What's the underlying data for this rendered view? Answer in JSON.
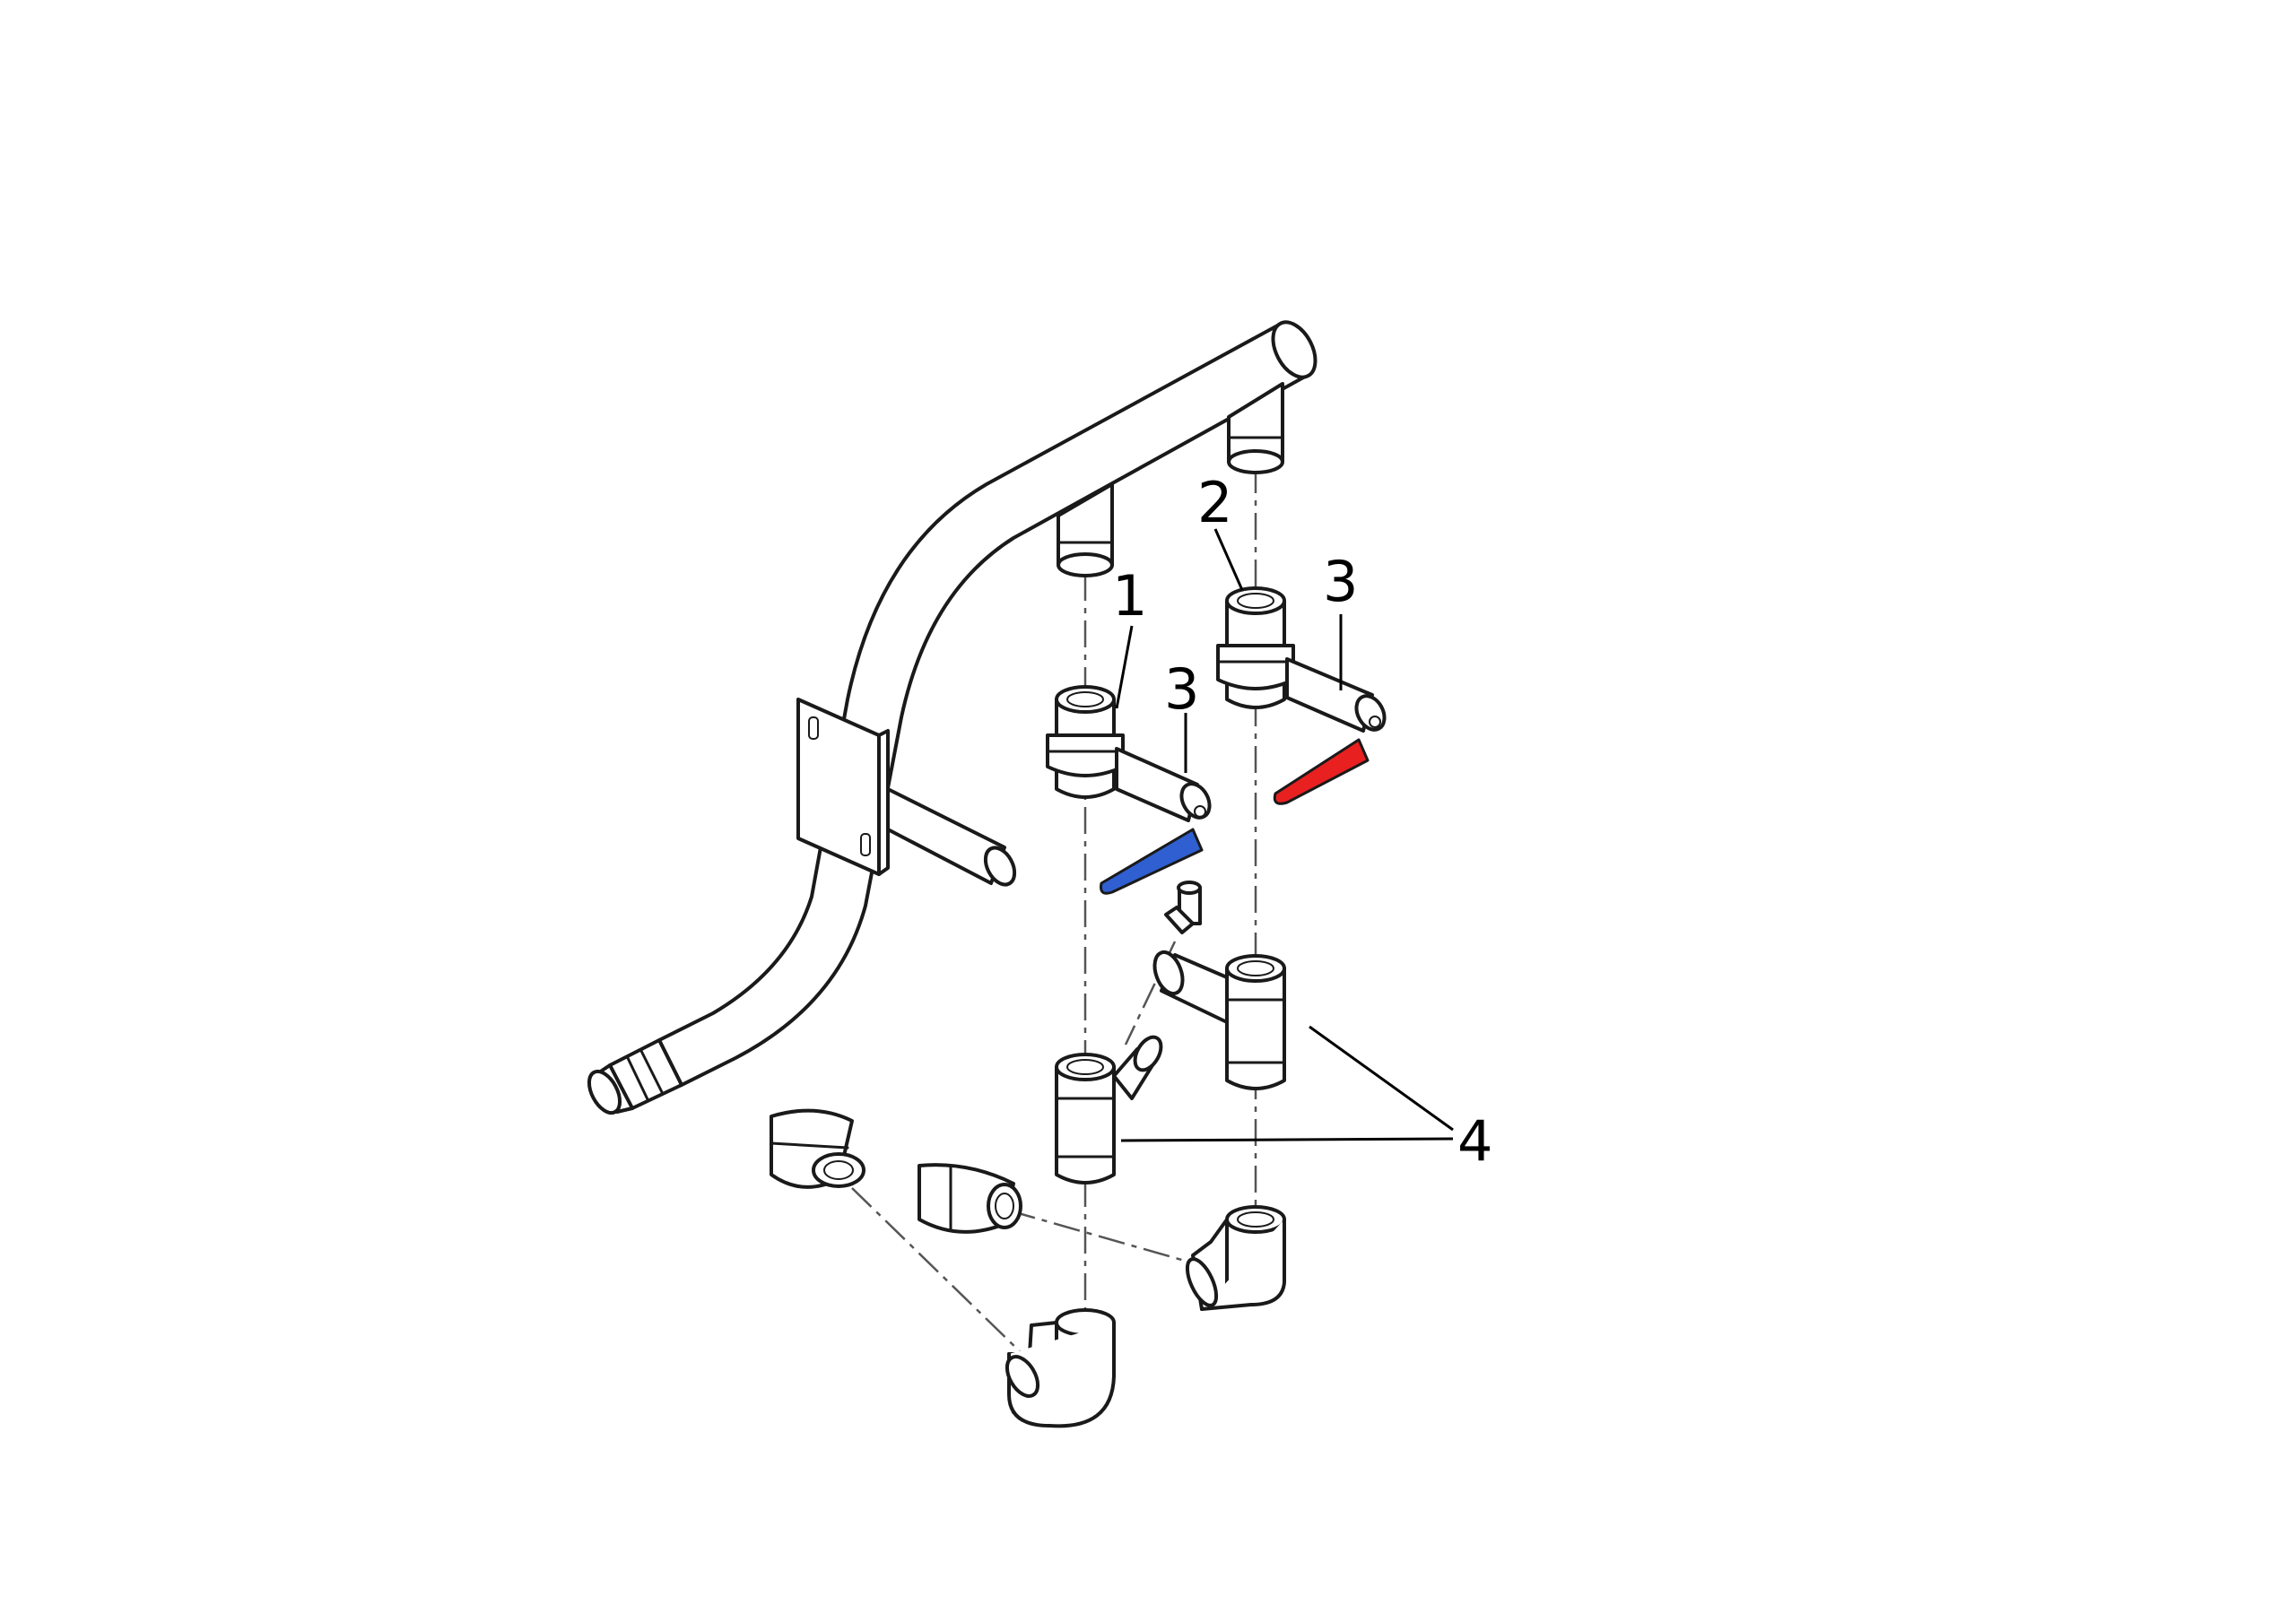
{
  "diagram": {
    "callouts": [
      {
        "id": "1",
        "text": "1"
      },
      {
        "id": "2",
        "text": "2"
      },
      {
        "id": "3a",
        "text": "3"
      },
      {
        "id": "3b",
        "text": "3"
      },
      {
        "id": "4",
        "text": "4"
      }
    ],
    "colors": {
      "cold_handle": "#2f5fd0",
      "hot_handle": "#e82020",
      "line": "#1a1a1a",
      "background": "#ffffff"
    }
  }
}
